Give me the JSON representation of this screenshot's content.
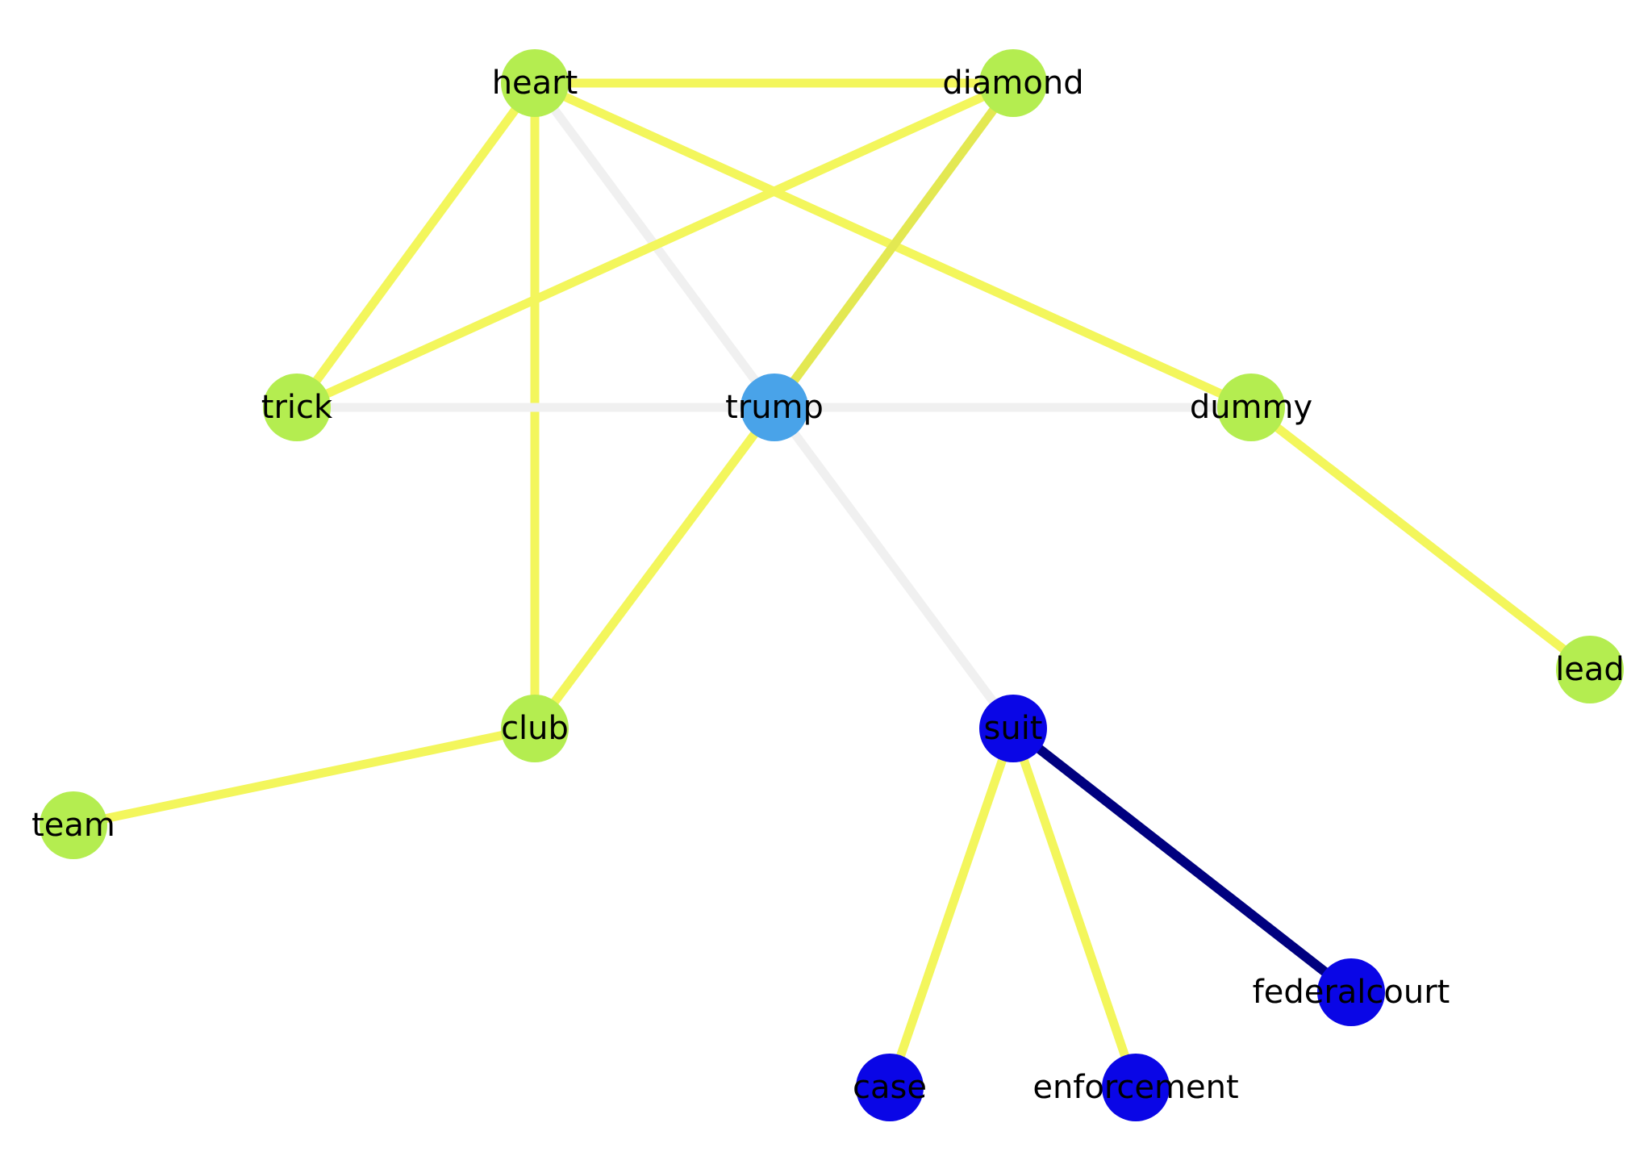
{
  "colors": {
    "yellow_edge": "#f3f65c",
    "olive_edge": "#e3e852",
    "gray_edge": "#f0f0f0",
    "navy_edge": "#00007f",
    "green_node": "#b4ed50",
    "blue_node": "#49a3e9",
    "dark_blue_node": "#0a06e6"
  },
  "nodes": [
    {
      "id": "heart",
      "label": "heart",
      "color": "green_node"
    },
    {
      "id": "diamond",
      "label": "diamond",
      "color": "green_node"
    },
    {
      "id": "trick",
      "label": "trick",
      "color": "green_node"
    },
    {
      "id": "trump",
      "label": "trump",
      "color": "blue_node"
    },
    {
      "id": "dummy",
      "label": "dummy",
      "color": "green_node"
    },
    {
      "id": "lead",
      "label": "lead",
      "color": "green_node"
    },
    {
      "id": "club",
      "label": "club",
      "color": "green_node"
    },
    {
      "id": "team",
      "label": "team",
      "color": "green_node"
    },
    {
      "id": "suit",
      "label": "suit",
      "color": "dark_blue_node"
    },
    {
      "id": "federalcourt",
      "label": "federalcourt",
      "color": "dark_blue_node"
    },
    {
      "id": "case",
      "label": "case",
      "color": "dark_blue_node"
    },
    {
      "id": "enforcement",
      "label": "enforcement",
      "color": "dark_blue_node"
    }
  ],
  "edges": [
    {
      "source": "heart",
      "target": "diamond",
      "color": "yellow_edge"
    },
    {
      "source": "heart",
      "target": "trick",
      "color": "yellow_edge"
    },
    {
      "source": "heart",
      "target": "club",
      "color": "yellow_edge"
    },
    {
      "source": "heart",
      "target": "dummy",
      "color": "yellow_edge"
    },
    {
      "source": "heart",
      "target": "suit",
      "color": "gray_edge"
    },
    {
      "source": "diamond",
      "target": "trick",
      "color": "yellow_edge"
    },
    {
      "source": "diamond",
      "target": "trump",
      "color": "olive_edge"
    },
    {
      "source": "trick",
      "target": "trump",
      "color": "gray_edge"
    },
    {
      "source": "trump",
      "target": "dummy",
      "color": "gray_edge"
    },
    {
      "source": "trump",
      "target": "club",
      "color": "yellow_edge"
    },
    {
      "source": "dummy",
      "target": "lead",
      "color": "yellow_edge"
    },
    {
      "source": "club",
      "target": "team",
      "color": "yellow_edge"
    },
    {
      "source": "suit",
      "target": "case",
      "color": "yellow_edge"
    },
    {
      "source": "suit",
      "target": "enforcement",
      "color": "yellow_edge"
    },
    {
      "source": "suit",
      "target": "federalcourt",
      "color": "navy_edge"
    }
  ]
}
